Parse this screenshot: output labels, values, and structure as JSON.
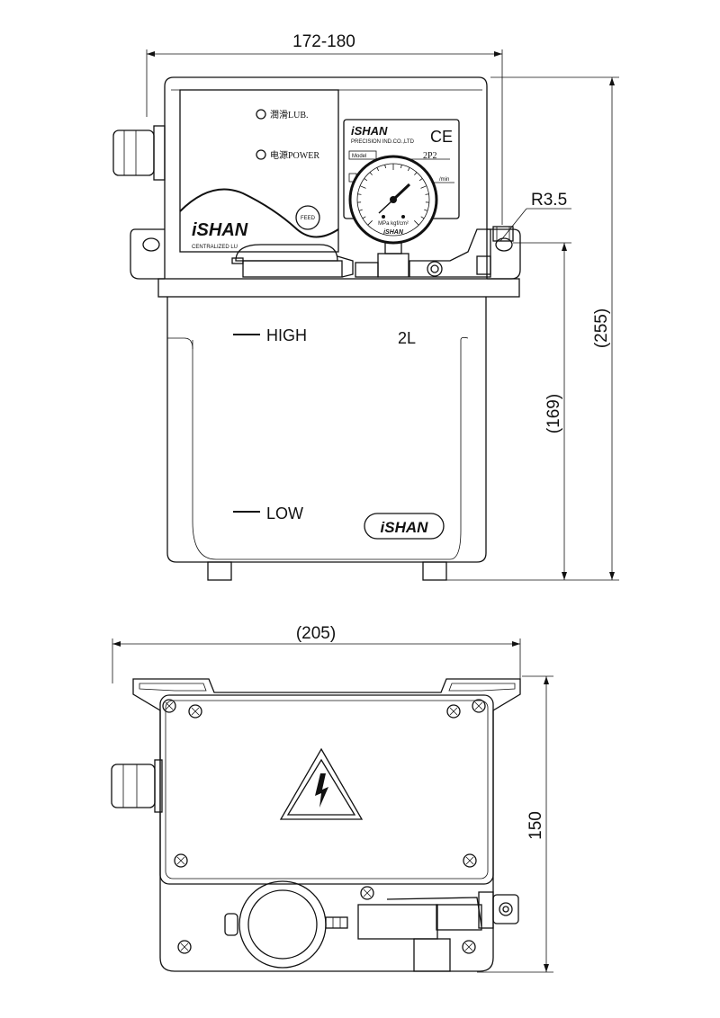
{
  "front_view": {
    "dim_width": "172-180",
    "dim_height_total": "(255)",
    "dim_height_tank": "(169)",
    "dim_radius": "R3.5",
    "panel": {
      "lub_label": "潤滑LUB.",
      "power_label": "电源POWER",
      "feed_button": "FEED",
      "logo": "iSHAN",
      "caption": "CENTRALIZED LU"
    },
    "nameplate": {
      "logo": "iSHAN",
      "ce_mark": "CE",
      "company": "PRECISION IND.CO.,LTD",
      "model_label": "Model",
      "model_value": "2P2",
      "unit_label": "/min"
    },
    "gauge": {
      "unit_text": "MPa kgf/cm²",
      "logo": "iSHAN"
    },
    "tank": {
      "high_label": "HIGH",
      "low_label": "LOW",
      "capacity": "2L",
      "logo": "iSHAN"
    }
  },
  "top_view": {
    "dim_width": "(205)",
    "dim_depth": "150"
  }
}
